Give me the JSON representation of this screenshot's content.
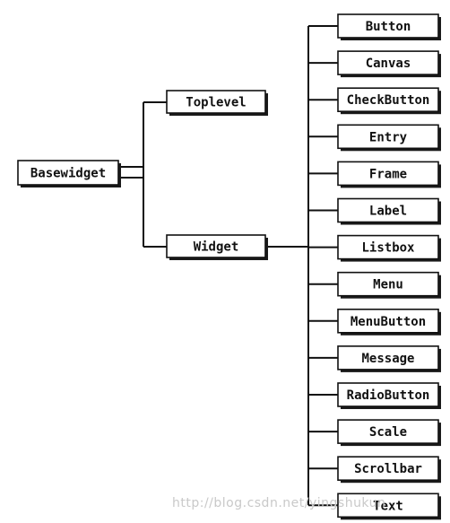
{
  "diagram": {
    "root": "Basewidget",
    "level1": [
      "Toplevel",
      "Widget"
    ],
    "children": [
      "Button",
      "Canvas",
      "CheckButton",
      "Entry",
      "Frame",
      "Label",
      "Listbox",
      "Menu",
      "MenuButton",
      "Message",
      "RadioButton",
      "Scale",
      "Scrollbar",
      "Text"
    ]
  },
  "watermark": "http://blog.csdn.net/yingshukun"
}
